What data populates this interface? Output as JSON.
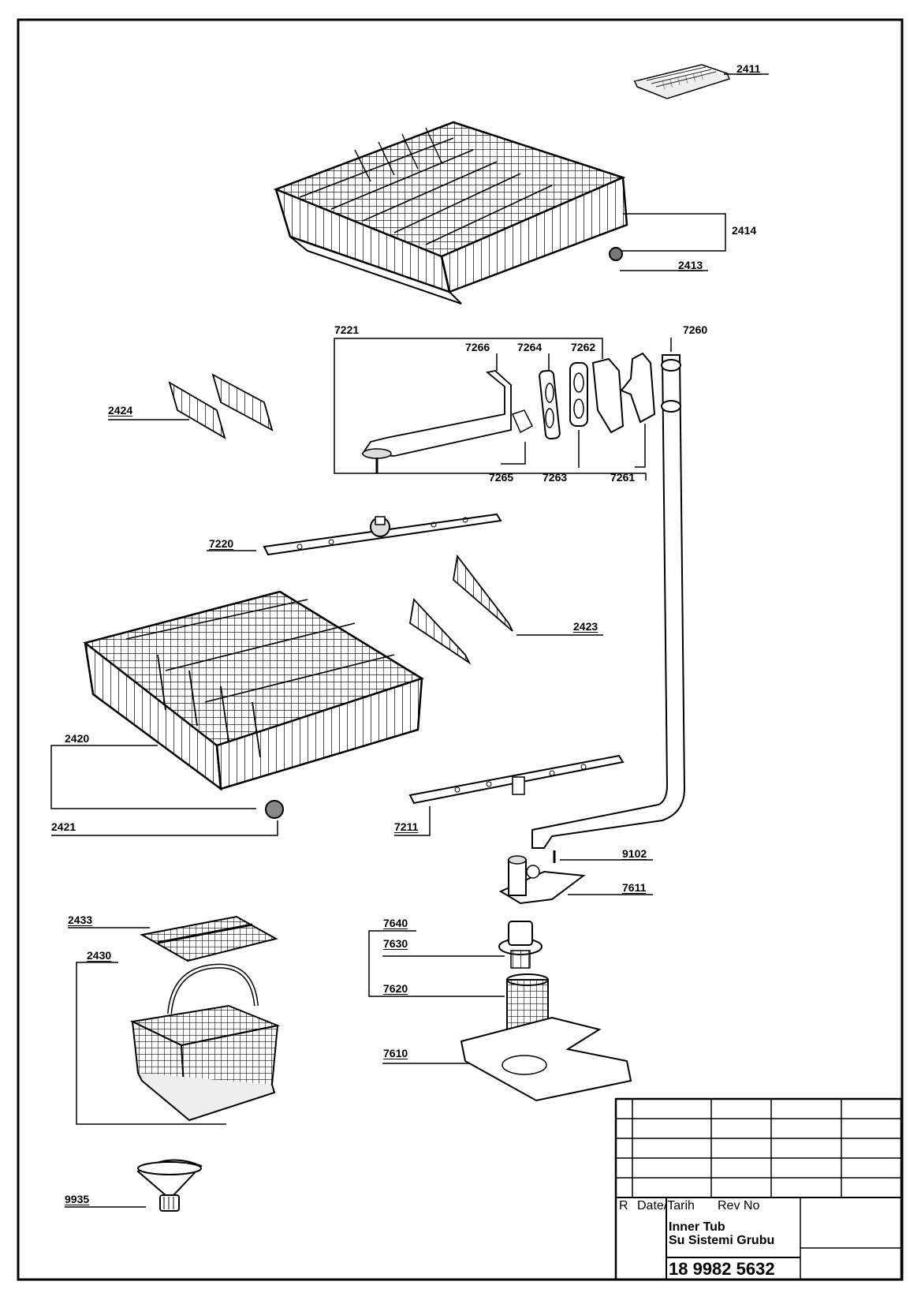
{
  "labels": {
    "p2411": "2411",
    "p2414": "2414",
    "p2413": "2413",
    "p7221": "7221",
    "p7266": "7266",
    "p7264": "7264",
    "p7262": "7262",
    "p7260": "7260",
    "p2424": "2424",
    "p7265": "7265",
    "p7263": "7263",
    "p7261": "7261",
    "p7220": "7220",
    "p2423": "2423",
    "p2420": "2420",
    "p2421": "2421",
    "p7211": "7211",
    "p9102": "9102",
    "p7611": "7611",
    "p2433": "2433",
    "p7640": "7640",
    "p7630": "7630",
    "p2430": "2430",
    "p7620": "7620",
    "p7610": "7610",
    "p9935": "9935"
  },
  "title_block": {
    "r": "R",
    "date": "Date/Tarih",
    "rev": "Rev No",
    "title_en": "Inner Tub",
    "title_tr": "Su Sistemi Grubu",
    "part_number": "18 9982 5632"
  }
}
